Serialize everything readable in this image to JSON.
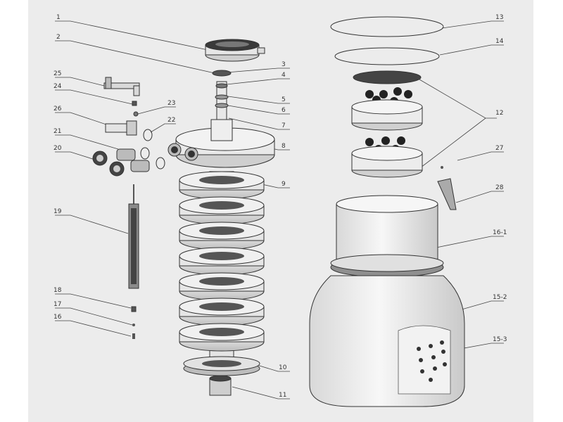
{
  "diagram": {
    "labels": [
      {
        "id": "1",
        "text": "1"
      },
      {
        "id": "2",
        "text": "2"
      },
      {
        "id": "3",
        "text": "3"
      },
      {
        "id": "4",
        "text": "4"
      },
      {
        "id": "5",
        "text": "5"
      },
      {
        "id": "6",
        "text": "6"
      },
      {
        "id": "7",
        "text": "7"
      },
      {
        "id": "8",
        "text": "8"
      },
      {
        "id": "9",
        "text": "9"
      },
      {
        "id": "10",
        "text": "10"
      },
      {
        "id": "11",
        "text": "11"
      },
      {
        "id": "12",
        "text": "12"
      },
      {
        "id": "13",
        "text": "13"
      },
      {
        "id": "14",
        "text": "14"
      },
      {
        "id": "15-1",
        "text": "16-1"
      },
      {
        "id": "15-2",
        "text": "15-2"
      },
      {
        "id": "15-3",
        "text": "15-3"
      },
      {
        "id": "16",
        "text": "16"
      },
      {
        "id": "17",
        "text": "17"
      },
      {
        "id": "18",
        "text": "18"
      },
      {
        "id": "19",
        "text": "19"
      },
      {
        "id": "20",
        "text": "20"
      },
      {
        "id": "21",
        "text": "21"
      },
      {
        "id": "22",
        "text": "22"
      },
      {
        "id": "23",
        "text": "23"
      },
      {
        "id": "24",
        "text": "24"
      },
      {
        "id": "25",
        "text": "25"
      },
      {
        "id": "26",
        "text": "26"
      },
      {
        "id": "27",
        "text": "27"
      },
      {
        "id": "28",
        "text": "28"
      }
    ]
  }
}
